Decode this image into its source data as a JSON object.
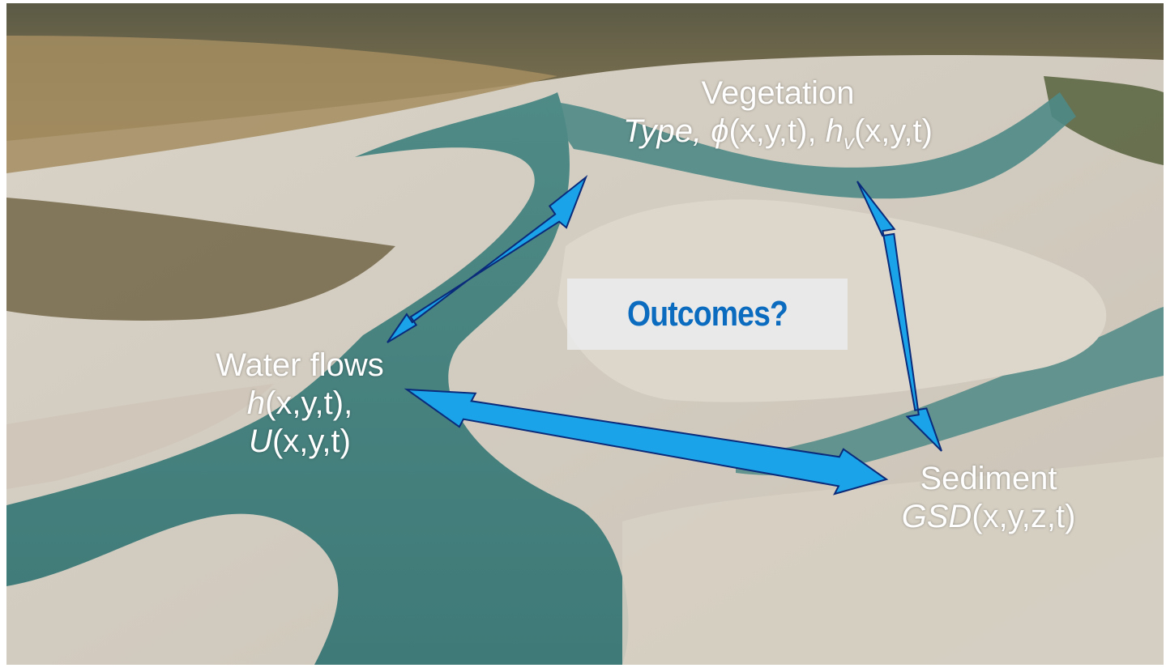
{
  "nodes": {
    "vegetation": {
      "title": "Vegetation",
      "prefix": "Type,",
      "phi": "ϕ",
      "args1": "(x,y,t), ",
      "h": "h",
      "sub": "v",
      "args2": "(x,y,t)"
    },
    "water": {
      "title": "Water flows",
      "h": "h",
      "args_h": "(x,y,t),",
      "u": "U",
      "args_u": "(x,y,t)"
    },
    "sediment": {
      "title": "Sediment",
      "gsd": "GSD",
      "args": "(x,y,z,t)"
    }
  },
  "center": {
    "label": "Outcomes?"
  },
  "colors": {
    "arrow_fill": "#1aa3e8",
    "arrow_stroke": "#0a2a7a",
    "outcomes_text": "#0a6bbf",
    "label_text": "#ffffff"
  }
}
